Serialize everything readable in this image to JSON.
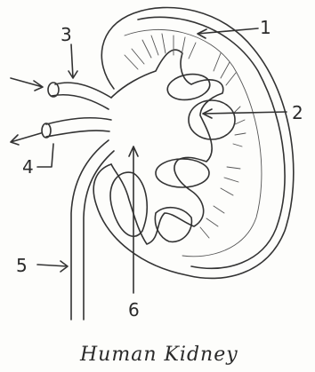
{
  "figure": {
    "caption": "Human Kidney",
    "labels": [
      "1",
      "2",
      "3",
      "4",
      "5",
      "6"
    ]
  }
}
